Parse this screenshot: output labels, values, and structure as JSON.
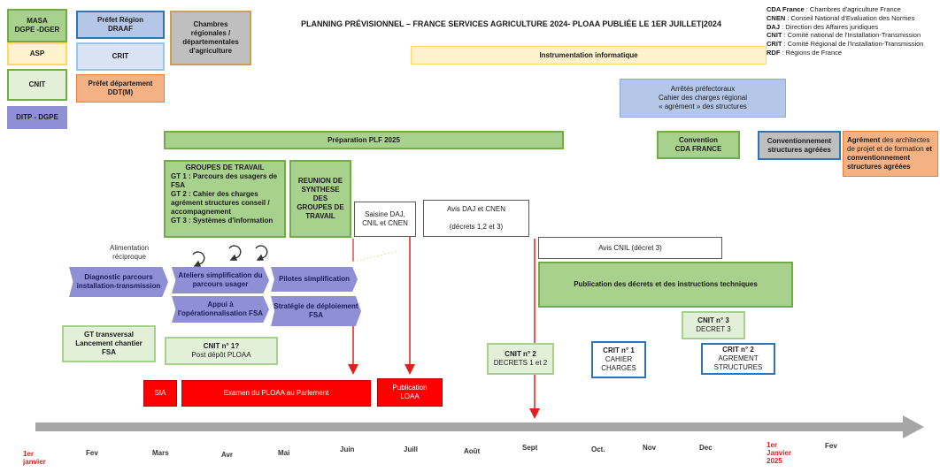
{
  "title": "PLANNING PRÉVISIONNEL – FRANCE SERVICES AGRICULTURE 2024- PLOAA PUBLIÉE LE 1ER JUILLET|2024",
  "legend_keys": [
    {
      "label": "MASA\nDGPE -DGER",
      "color": "#a9d18e"
    },
    {
      "label": "Préfet Région\nDRAAF",
      "color": "#b4c7e7"
    },
    {
      "label": "Chambres\nrégionales /\ndépartementales\nd'agriculture",
      "color": "#bfbfbf"
    },
    {
      "label": "ASP",
      "color": "#fff2cc"
    },
    {
      "label": "CRIT",
      "color": "#dae3f3"
    },
    {
      "label": "CNIT",
      "color": "#e2f0d9"
    },
    {
      "label": "Préfet département\nDDT(M)",
      "color": "#f4b183"
    },
    {
      "label": "DITP - DGPE",
      "color": "#8f8fd6"
    }
  ],
  "abbreviations": [
    {
      "abbr": "CDA France",
      "text": " : Chambres d'agriculture France"
    },
    {
      "abbr": "CNEN",
      "text": " : Conseil National d'Evaluation des Normes"
    },
    {
      "abbr": "DAJ",
      "text": " : Direction des Affaires juridiques"
    },
    {
      "abbr": "CNIT",
      "text": " : Comité national de l'Installation-Transmission"
    },
    {
      "abbr": "CRIT",
      "text": " : Comité Régional de l'Installation-Transmission"
    },
    {
      "abbr": "RDF",
      "text": " : Régions de France"
    }
  ],
  "instrumentation": "Instrumentation informatique",
  "arretes": "Arrêtés préfectoraux\nCahier des charges régional\n« agrément » des structures",
  "plf": "Préparation PLF 2025",
  "convention": "Convention\nCDA FRANCE",
  "conventionnement": "Conventionnement\nstructures agréées",
  "agrement_architectes": {
    "bold_start": "Agrément",
    "text": " des architectes de projet et de formation ",
    "bold_end": "et conventionnement structures agréées"
  },
  "groupes_travail": {
    "title": "GROUPES DE TRAVAIL",
    "items": [
      "GT 1 : Parcours des usagers de FSA",
      "GT 2 : Cahier des charges agrément structures conseil / accompagnement",
      "GT 3 : Systèmes d'information"
    ]
  },
  "reunion": "REUNION DE\nSYNTHESE\nDES\nGROUPES DE\nTRAVAIL",
  "saisine": "Saisine DAJ,\nCNIL et CNEN",
  "avis_daj": "Avis DAJ et CNEN\n\n(décrets 1,2 et 3)",
  "avis_cnil": "Avis CNIL (décret 3)",
  "publication_decrets": "Publication des décrets et des instructions techniques",
  "alimentation": "Alimentation\nréciproque",
  "diagnostic": "Diagnostic parcours\ninstallation-transmission",
  "ateliers": "Ateliers simplification du\nparcours usager",
  "pilotes": "Pilotes simplification",
  "appui": "Appui à\nl'opérationnalisation FSA",
  "strategie": "Stratégie de déploiement\nFSA",
  "gt_transversal": "GT transversal\nLancement chantier\nFSA",
  "cnit1": {
    "title": "CNIT n° 1?",
    "sub": "Post dépôt PLOAA"
  },
  "cnit2": {
    "title": "CNIT n° 2",
    "sub": "DECRETS 1 et 2"
  },
  "cnit3": {
    "title": "CNIT n° 3",
    "sub": "DECRET 3"
  },
  "crit1": {
    "title": "CRIT n° 1",
    "sub": "CAHIER\nCHARGES"
  },
  "crit2": {
    "title": "CRIT n° 2",
    "sub": "AGREMENT\nSTRUCTURES"
  },
  "sia": "SIA",
  "examen": "Examen du PLOAA au Parlement",
  "publication_loaa": "Publication\nLOAA",
  "months": [
    "1er\njanvier",
    "Fev",
    "Mars",
    "Avr",
    "Mai",
    "Juin",
    "Juill",
    "Août",
    "Sept",
    "Oct.",
    "Nov",
    "Dec",
    "1er\nJanvier\n2025",
    "Fev"
  ]
}
